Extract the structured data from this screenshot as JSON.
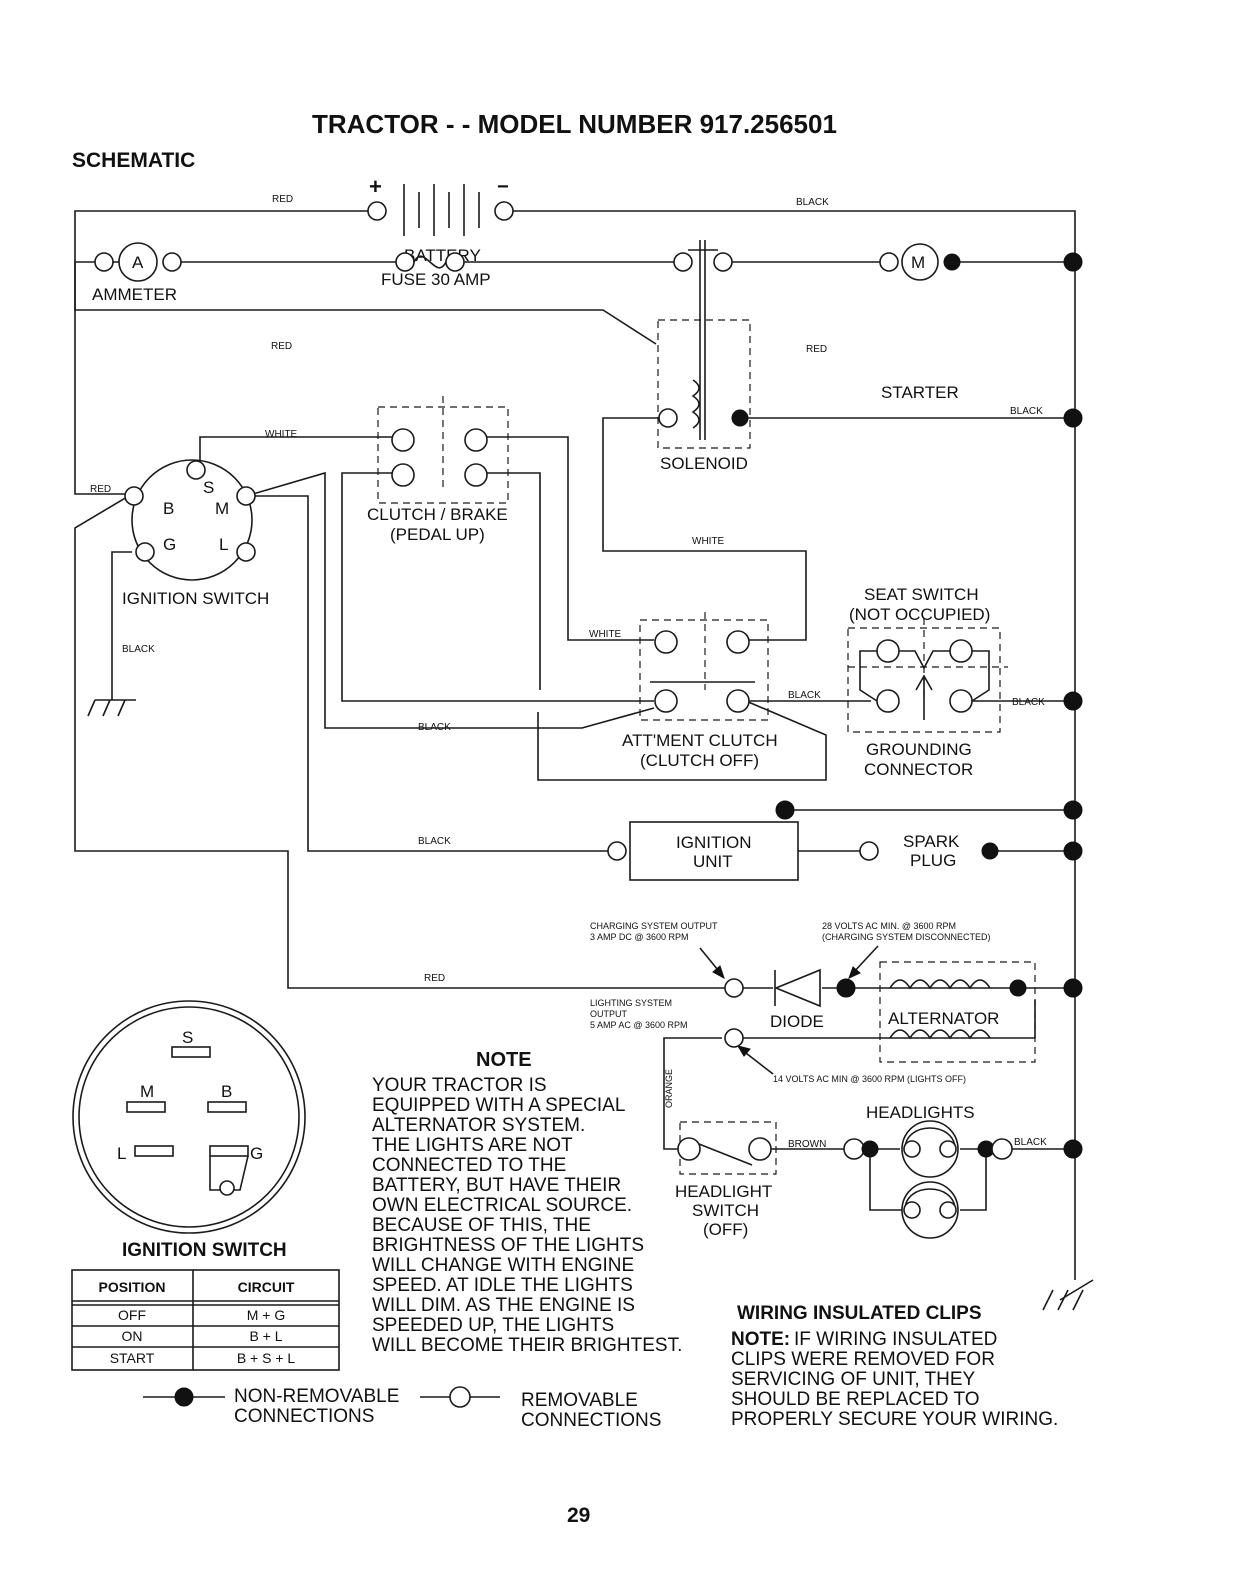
{
  "title": "TRACTOR - - MODEL NUMBER 917.256501",
  "section": "SCHEMATIC",
  "page_number": "29",
  "wire_labels": {
    "red": "RED",
    "black": "BLACK",
    "white": "WHITE",
    "brown": "BROWN",
    "orange": "ORANGE"
  },
  "components": {
    "battery": "BATTERY",
    "battery_plus": "+",
    "battery_minus": "−",
    "ammeter": "AMMETER",
    "ammeter_symbol": "A",
    "fuse": "FUSE 30 AMP",
    "solenoid": "SOLENOID",
    "starter": "STARTER",
    "starter_symbol": "M",
    "clutch_brake_1": "CLUTCH / BRAKE",
    "clutch_brake_2": "(PEDAL UP)",
    "ignition_switch": "IGNITION SWITCH",
    "seat_switch_1": "SEAT SWITCH",
    "seat_switch_2": "(NOT OCCUPIED)",
    "attment_clutch_1": "ATT'MENT CLUTCH",
    "attment_clutch_2": "(CLUTCH OFF)",
    "grounding_1": "GROUNDING",
    "grounding_2": "CONNECTOR",
    "ignition_unit_1": "IGNITION",
    "ignition_unit_2": "UNIT",
    "spark_plug_1": "SPARK",
    "spark_plug_2": "PLUG",
    "diode": "DIODE",
    "alternator": "ALTERNATOR",
    "headlights": "HEADLIGHTS",
    "headlight_switch_1": "HEADLIGHT",
    "headlight_switch_2": "SWITCH",
    "headlight_switch_3": "(OFF)"
  },
  "switch_terminals": {
    "s": "S",
    "b": "B",
    "m": "M",
    "g": "G",
    "l": "L"
  },
  "annotations": {
    "charging_1": "CHARGING SYSTEM OUTPUT",
    "charging_2": "3 AMP DC @ 3600 RPM",
    "volts28_1": "28 VOLTS AC MIN. @ 3600 RPM",
    "volts28_2": "(CHARGING SYSTEM DISCONNECTED)",
    "lighting_1": "LIGHTING SYSTEM",
    "lighting_2": "OUTPUT",
    "lighting_3": "5 AMP AC @ 3600 RPM",
    "volts14": "14 VOLTS AC MIN @ 3600 RPM (LIGHTS OFF)"
  },
  "ignition_switch_detail": {
    "title": "IGNITION SWITCH",
    "table": {
      "headers": [
        "POSITION",
        "CIRCUIT"
      ],
      "rows": [
        [
          "OFF",
          "M + G"
        ],
        [
          "ON",
          "B + L"
        ],
        [
          "START",
          "B + S + L"
        ]
      ]
    }
  },
  "note": {
    "heading": "NOTE",
    "lines": [
      "YOUR TRACTOR IS",
      "EQUIPPED WITH A SPECIAL",
      "ALTERNATOR SYSTEM.",
      "THE LIGHTS ARE NOT",
      "CONNECTED TO THE",
      "BATTERY, BUT HAVE THEIR",
      "OWN ELECTRICAL SOURCE.",
      "BECAUSE OF THIS, THE",
      "BRIGHTNESS OF THE LIGHTS",
      "WILL CHANGE WITH ENGINE",
      "SPEED.  AT IDLE THE LIGHTS",
      "WILL DIM.  AS THE ENGINE IS",
      "SPEEDED UP, THE LIGHTS",
      "WILL BECOME THEIR BRIGHTEST."
    ]
  },
  "legend": {
    "non_removable_1": "NON-REMOVABLE",
    "non_removable_2": "CONNECTIONS",
    "removable_1": "REMOVABLE",
    "removable_2": "CONNECTIONS"
  },
  "clips": {
    "heading": "WIRING INSULATED CLIPS",
    "note_label": "NOTE:",
    "lines": [
      "IF WIRING INSULATED",
      "CLIPS WERE REMOVED FOR",
      "SERVICING OF UNIT, THEY",
      "SHOULD BE REPLACED TO",
      "PROPERLY SECURE YOUR WIRING."
    ]
  }
}
